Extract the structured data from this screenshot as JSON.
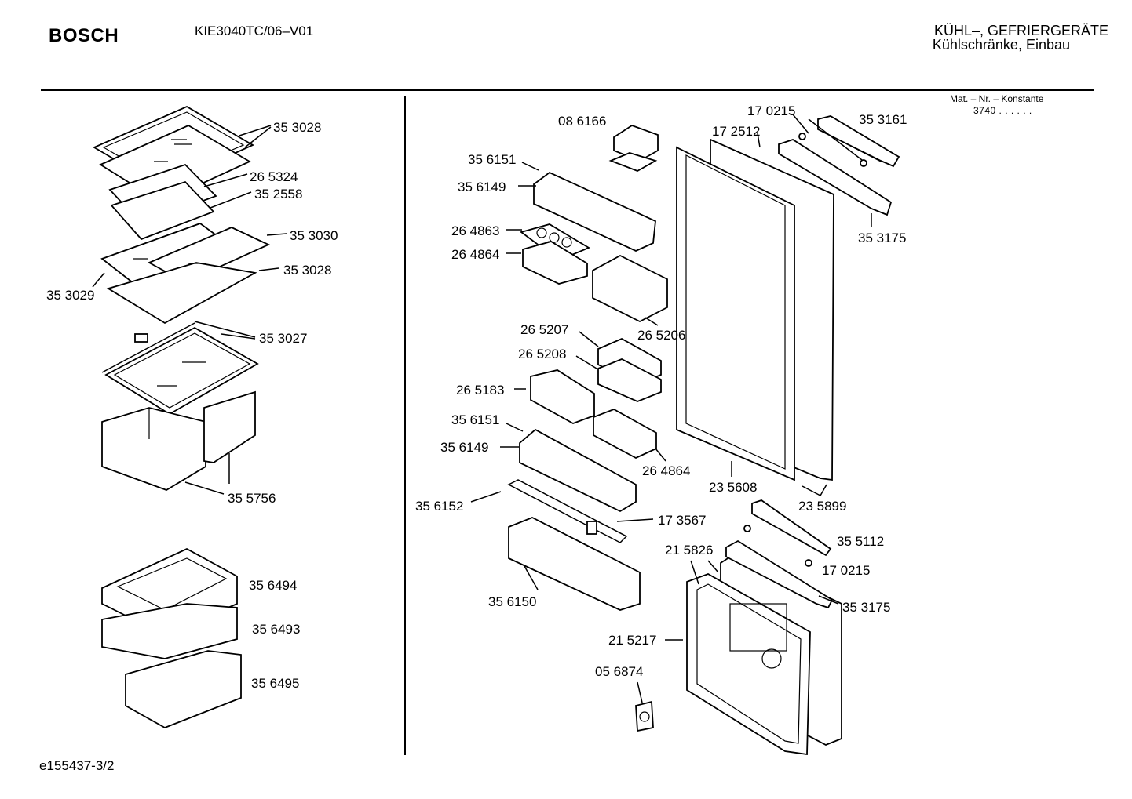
{
  "header": {
    "brand": "BOSCH",
    "model": "KIE3040TC/06–V01",
    "category_line1": "KÜHL–, GEFRIERGERÄTE",
    "category_line2": "Kühlschränke, Einbau"
  },
  "material": {
    "label": "Mat. – Nr. – Konstante",
    "value": "3740 . . . . . ."
  },
  "footer": {
    "doc_id": "e155437-3/2"
  },
  "parts": [
    "35 3028",
    "26 5324",
    "35 2558",
    "35 3030",
    "35 3028",
    "35 3029",
    "35 3027",
    "35 5756",
    "35 6494",
    "35 6493",
    "35 6495",
    "08 6166",
    "35 6151",
    "35 6149",
    "26 4863",
    "26 4864",
    "26 5206",
    "26 5207",
    "26 5208",
    "26 5183",
    "35 6151",
    "35 6149",
    "26 4864",
    "35 6152",
    "17 3567",
    "35 6150",
    "17 0215",
    "17 2512",
    "35 3161",
    "35 3175",
    "23 5608",
    "23 5899",
    "35 5112",
    "21 5826",
    "17 0215",
    "35 3175",
    "21 5217",
    "05 6874"
  ]
}
